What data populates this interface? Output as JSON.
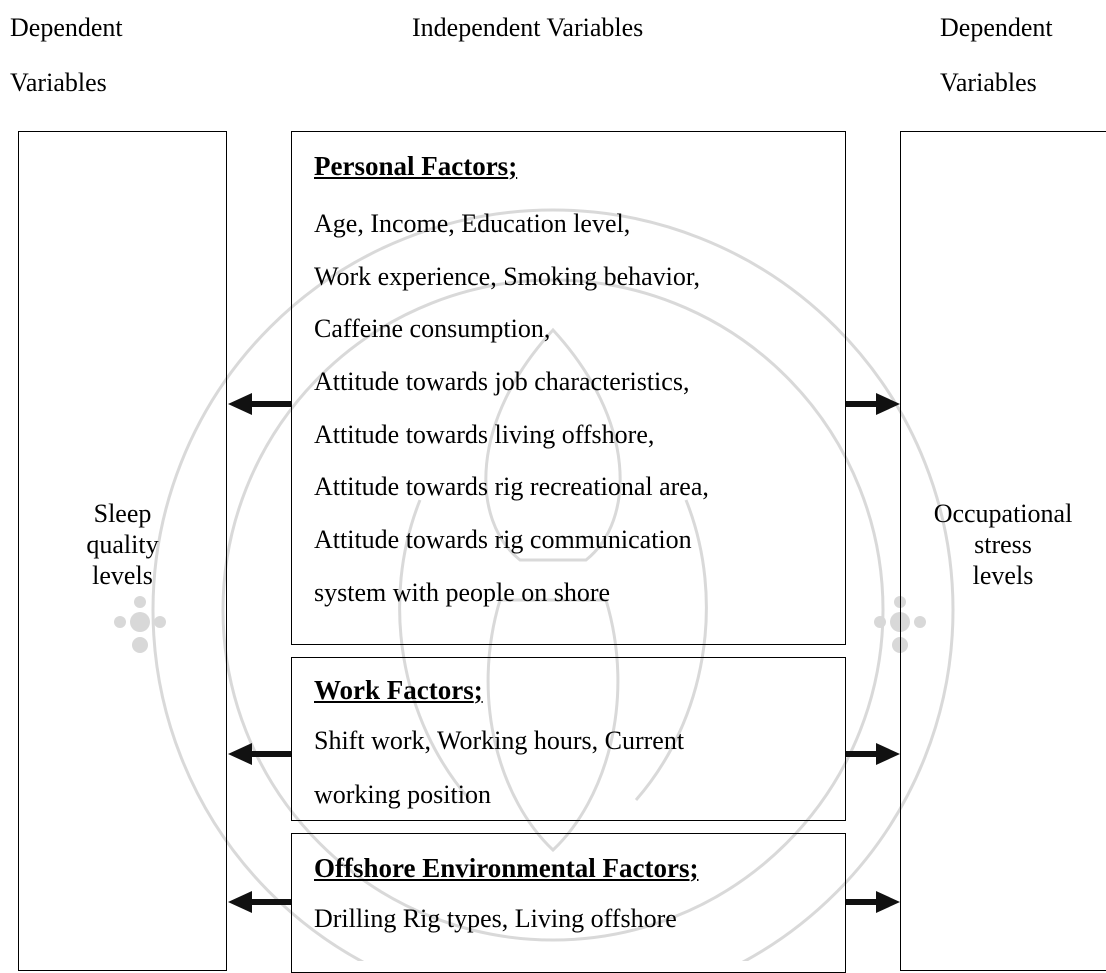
{
  "headers": {
    "left": [
      "Dependent",
      "Variables"
    ],
    "center": "Independent Variables",
    "right": [
      "Dependent",
      "Variables"
    ]
  },
  "left_box": {
    "label": [
      "Sleep",
      "quality",
      "levels"
    ]
  },
  "right_box": {
    "label": [
      "Occupational",
      "stress",
      "levels"
    ]
  },
  "factors": [
    {
      "title": "Personal Factors",
      "punct": ";",
      "lines": [
        "Age, Income, Education level,",
        "Work experience, Smoking behavior,",
        "Caffeine consumption,",
        "Attitude towards job characteristics,",
        "Attitude towards living offshore,",
        "Attitude towards rig recreational area,",
        "Attitude towards rig communication",
        "system with people on shore"
      ]
    },
    {
      "title": "Work Factors",
      "punct": ";",
      "lines": [
        "Shift work, Working hours, Current",
        "working position"
      ]
    },
    {
      "title": "Offshore Environmental Factors",
      "punct": ";",
      "lines": [
        "Drilling Rig types, Living offshore"
      ]
    }
  ],
  "colors": {
    "line": "#000000",
    "arrow": "#111111",
    "watermark": "#c8c8c8"
  }
}
